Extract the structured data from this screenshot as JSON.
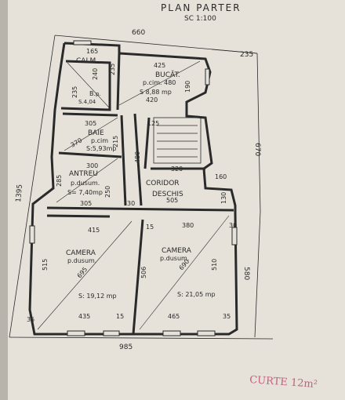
{
  "title": "PLAN PARTER",
  "scale": "SC 1:100",
  "dims": {
    "top_660": "660",
    "top_235": "235",
    "side_1395": "1395",
    "right_670": "670",
    "right_580": "580",
    "bottom_985": "985",
    "d165": "165",
    "d425": "425",
    "d420": "420",
    "d190": "190",
    "d235a": "235",
    "d240": "240",
    "d235b": "235",
    "d305": "305",
    "d125": "125",
    "d370": "370",
    "d215": "215",
    "d480": "480",
    "d300": "300",
    "d320": "320",
    "d160": "160",
    "d285": "285",
    "d250": "250",
    "d305b": "305",
    "d30a": "30",
    "d505": "505",
    "d130": "130",
    "d415": "415",
    "d15a": "15",
    "d380": "380",
    "d30b": "30",
    "d515": "515",
    "d695": "695",
    "d506": "506",
    "d690": "690",
    "d510": "510",
    "d35a": "35",
    "d435": "435",
    "d15b": "15",
    "d465": "465",
    "d35b": "35"
  },
  "rooms": {
    "calm": {
      "name": "CALM."
    },
    "bucat": {
      "name": "BUCĂT.",
      "floor": "p.cim. 480",
      "area": "S 8,88 mp"
    },
    "baie_small": {
      "name": "B.",
      "floor": "p.",
      "area": "S.4,04"
    },
    "baie": {
      "name": "BAIE",
      "floor": "p.cim",
      "area": "S:5,93mp"
    },
    "antreu": {
      "name": "ANTREU",
      "floor": "p.dusum.",
      "area": "S= 7,40mp"
    },
    "coridor": {
      "name": "CORIDOR",
      "sub": "DESCHIS"
    },
    "camera1": {
      "name": "CAMERA",
      "floor": "p.dusum.",
      "area": "S: 19,12 mp"
    },
    "camera2": {
      "name": "CAMERA",
      "floor": "p.dusum.",
      "area": "S: 21,05 mp"
    }
  },
  "annotation": "CURTE 12m²",
  "colors": {
    "ink": "#2a2a2a",
    "paper": "#e8e4dc",
    "red": "#c4607a"
  }
}
